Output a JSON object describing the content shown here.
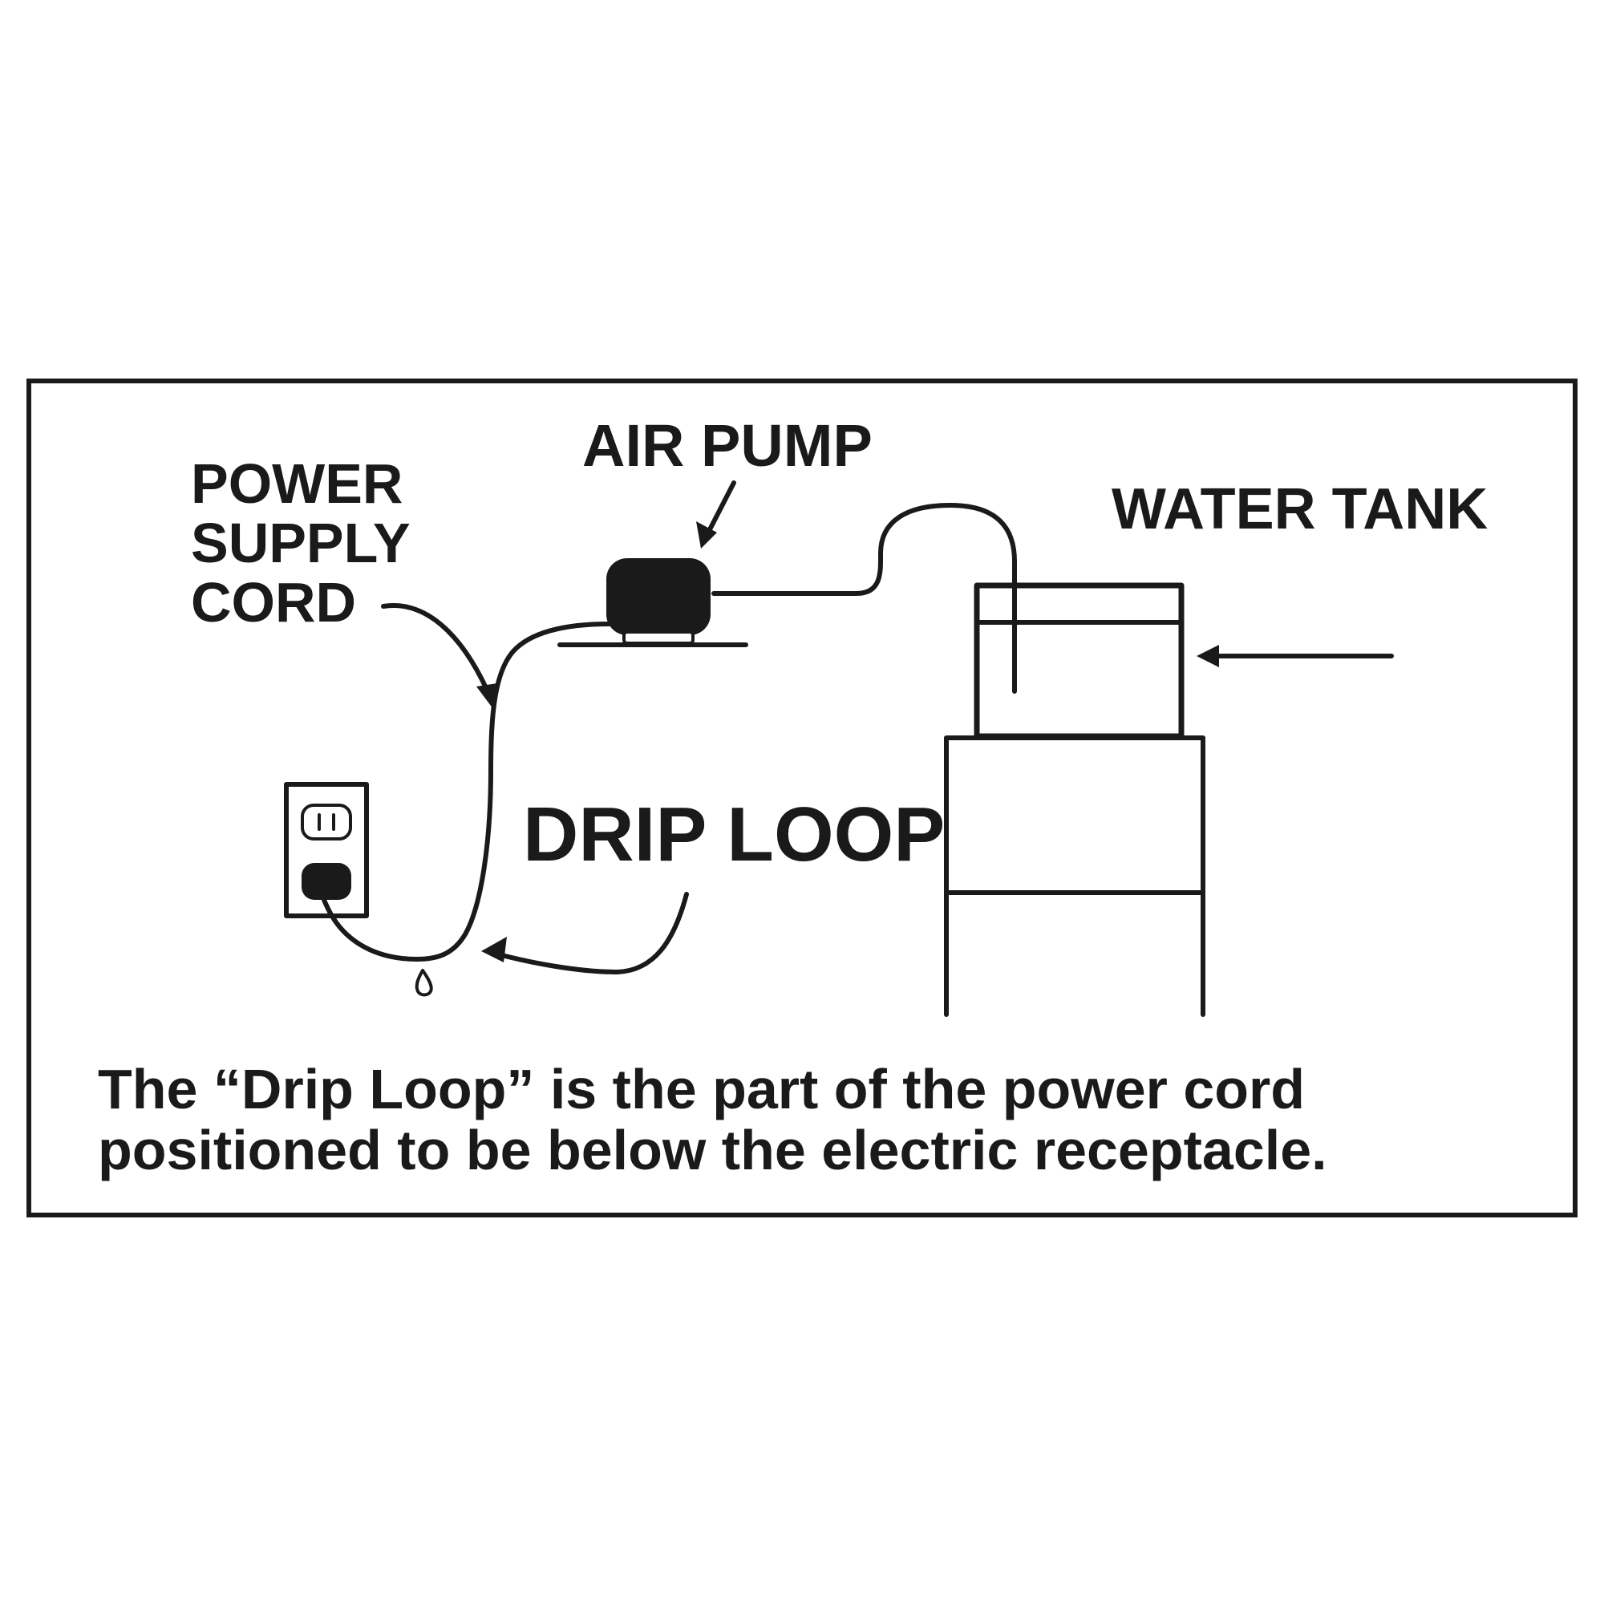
{
  "labels": {
    "air_pump": "AIR PUMP",
    "power_supply_cord": [
      "POWER",
      "SUPPLY",
      "CORD"
    ],
    "water_tank": "WATER TANK",
    "drip_loop": "DRIP LOOP"
  },
  "caption": {
    "line1": "The “Drip Loop” is the part of the power cord",
    "line2": "positioned to be below the electric receptacle."
  },
  "colors": {
    "ink": "#1a1a1a",
    "background": "#ffffff"
  }
}
